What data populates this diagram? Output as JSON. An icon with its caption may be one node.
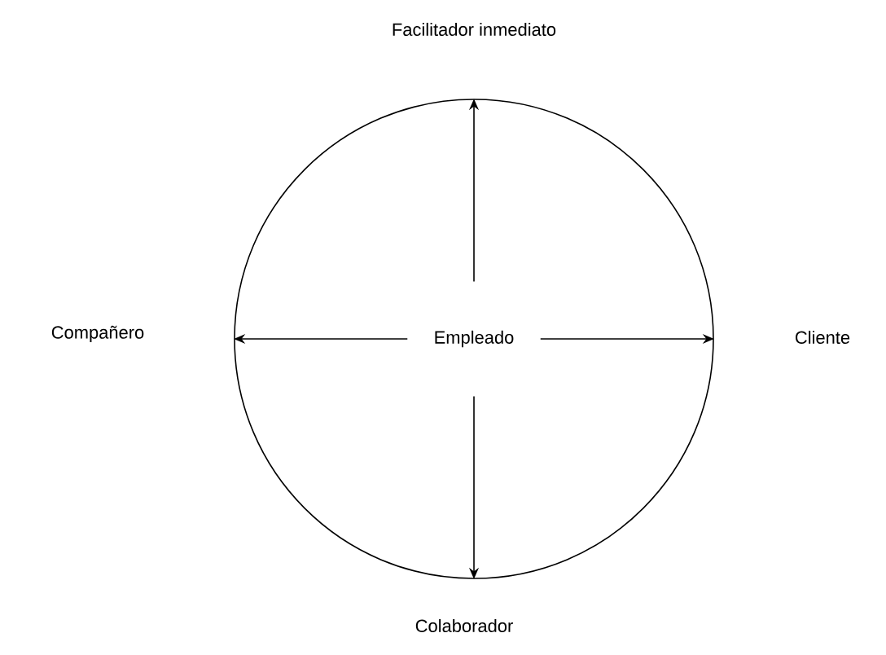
{
  "diagram": {
    "nodes": [
      {
        "text": [],
        "shape": "circle"
      },
      {
        "text": [
          "Empleado"
        ],
        "in": 0
      }
    ],
    "edges": [
      {
        "from": 1,
        "to": 0,
        "arrow": "to"
      },
      {
        "from": 1,
        "to": 0,
        "arrow": "to"
      },
      {
        "from": 1,
        "to": 0,
        "arrow": "to"
      },
      {
        "from": 1,
        "to": 0,
        "arrow": "to"
      }
    ],
    "labels": [
      "Facilitador inmediato",
      "Compañero",
      "Cliente",
      "Colaborador"
    ]
  }
}
